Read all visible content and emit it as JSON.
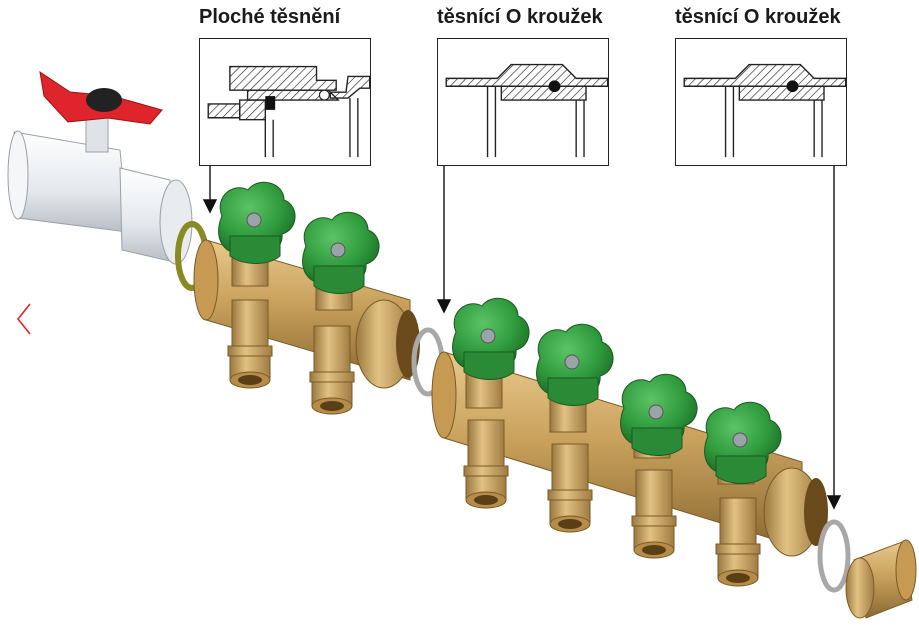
{
  "callouts": [
    {
      "label": "Ploché těsnění"
    },
    {
      "label": "těsnící O kroužek"
    },
    {
      "label": "těsnící O kroužek"
    }
  ],
  "icons": {
    "prev": "chevron-left-icon"
  },
  "colors": {
    "brass": "#c9a15d",
    "valve_handle": "#2f9b3c",
    "ball_valve_handle": "#e0242b",
    "ball_valve_body": "#eef1f4",
    "nav_arrow": "#e0242b"
  }
}
